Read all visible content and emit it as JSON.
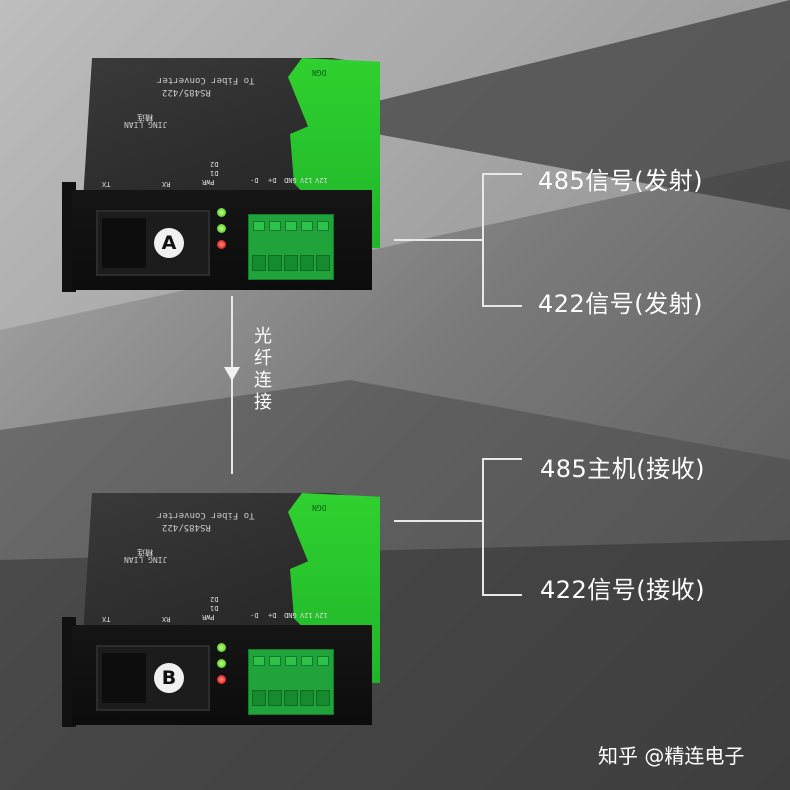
{
  "device_a": {
    "badge": "A",
    "title": "To Fiber Converter",
    "model": "RS485/422",
    "brand": "JING LIAN",
    "brand_cn": "精连",
    "dgn": "DGN",
    "port_labels": {
      "tx": "TX",
      "rx": "RX",
      "pwr": "PWR",
      "d1": "D1",
      "d2": "D2"
    },
    "terminal_labels": [
      "D-",
      "D+",
      "GND",
      "12V",
      "12V"
    ]
  },
  "device_b": {
    "badge": "B",
    "title": "To Fiber Converter",
    "model": "RS485/422",
    "brand": "JING LIAN",
    "brand_cn": "精连",
    "dgn": "DGN",
    "port_labels": {
      "tx": "TX",
      "rx": "RX",
      "pwr": "PWR",
      "d1": "D1",
      "d2": "D2"
    },
    "terminal_labels": [
      "D-",
      "D+",
      "GND",
      "12V",
      "12V"
    ]
  },
  "connection": {
    "label_chars": [
      "光",
      "纤",
      "连",
      "接"
    ]
  },
  "callouts": {
    "top_upper": "485信号(发射)",
    "top_lower": "422信号(发射)",
    "bottom_upper": "485主机(接收)",
    "bottom_lower": "422信号(接收)"
  },
  "watermark": "知乎 @精连电子",
  "colors": {
    "panel_green": "#2fd12f",
    "led_green": "#5cd62b",
    "led_red": "#e0241f"
  }
}
